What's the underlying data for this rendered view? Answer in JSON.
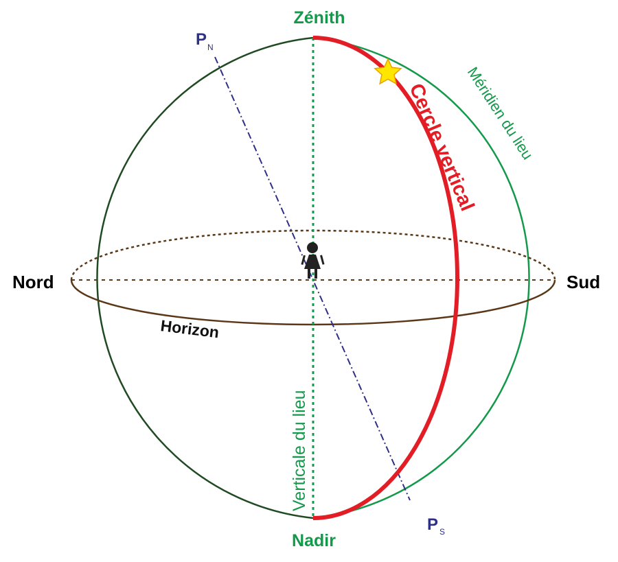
{
  "labels": {
    "zenith": "Zénith",
    "nadir": "Nadir",
    "north": "Nord",
    "south": "Sud",
    "north_pole_letter": "P",
    "north_pole_sub": "N",
    "south_pole_letter": "P",
    "south_pole_sub": "S",
    "meridian": "Méridien du lieu",
    "vertical_circle": "Cercle vertical",
    "horizon": "Horizon",
    "local_vertical": "Verticale  du lieu"
  },
  "colors": {
    "meridian_green": "#13994a",
    "sphere_left": "#1f4a22",
    "vertical_circle_red": "#e21d25",
    "axis_purple": "#2e2f86",
    "horizon_brown": "#5a3716",
    "star_fill": "#ffe600",
    "star_stroke": "#e8a200",
    "observer": "#222222",
    "pole_text": "#2e2f86",
    "black_text": "#000000"
  },
  "icons": {
    "star": "star-icon",
    "observer": "person-icon"
  }
}
